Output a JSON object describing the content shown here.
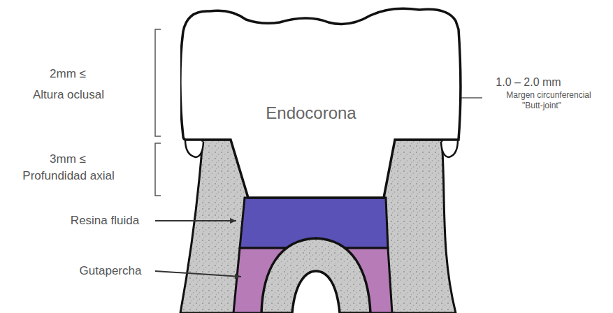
{
  "diagram": {
    "nodes": [
      {
        "text": [
          "Endocorona"
        ]
      }
    ],
    "labels": [
      "2mm ≤",
      "Altura oclusal",
      "3mm ≤",
      "Profundidad axial",
      "1.0 – 2.0 mm",
      "Margen circunferencial",
      "\"Butt-joint\"",
      "Resina fluida",
      "Gutapercha"
    ]
  }
}
